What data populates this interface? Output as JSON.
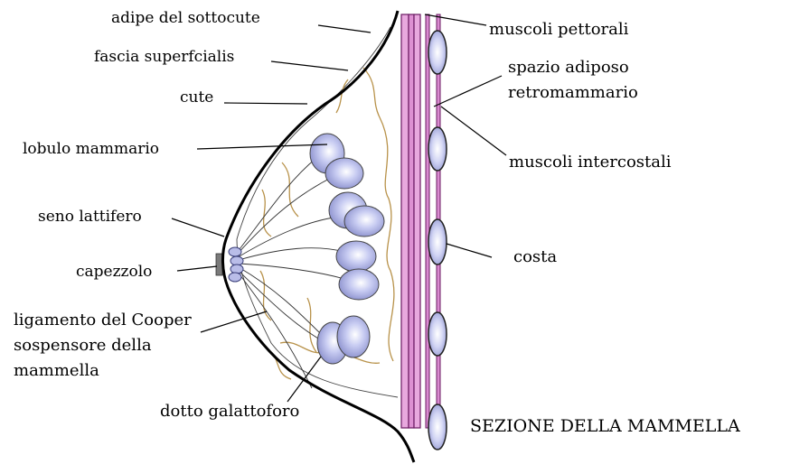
{
  "diagram": {
    "title": "SEZIONE DELLA MAMMELLA",
    "labels": {
      "adipe": "adipe del sottocute",
      "fascia": "fascia superfcialis",
      "cute": "cute",
      "lobulo": "lobulo mammario",
      "seno": "seno lattifero",
      "capezzolo": "capezzolo",
      "ligamento_1": "ligamento del Cooper",
      "ligamento_2": "sospensore della",
      "ligamento_3": "mammella",
      "dotto": "dotto galattoforo",
      "muscoli_pettorali": "muscoli pettorali",
      "spazio_1": "spazio adiposo",
      "spazio_2": "retromammario",
      "muscoli_intercostali": "muscoli intercostali",
      "costa": "costa"
    },
    "colors": {
      "outline": "#000000",
      "lobule_fill": "#b9bde8",
      "lobule_stroke": "#5a5f8a",
      "ligament": "#b8924a",
      "muscle_fill": "#e0a0d8",
      "muscle_stroke": "#7a2070",
      "rib_fill": "#c8ccf0",
      "nipple": "#7a7a7a"
    }
  }
}
